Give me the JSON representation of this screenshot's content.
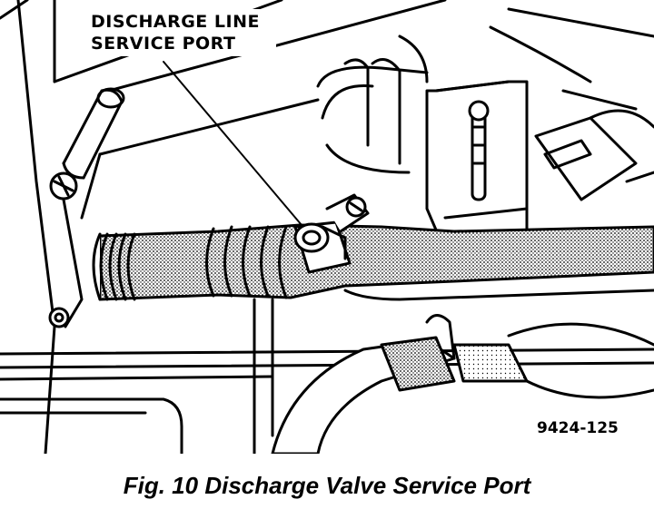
{
  "callout": {
    "line1": "DISCHARGE LINE",
    "line2": "SERVICE PORT"
  },
  "figure_id": "9424-125",
  "caption": "Fig. 10 Discharge Valve Service Port",
  "colors": {
    "ink": "#000000",
    "paper": "#ffffff",
    "stipple": "#7a7a7a"
  }
}
